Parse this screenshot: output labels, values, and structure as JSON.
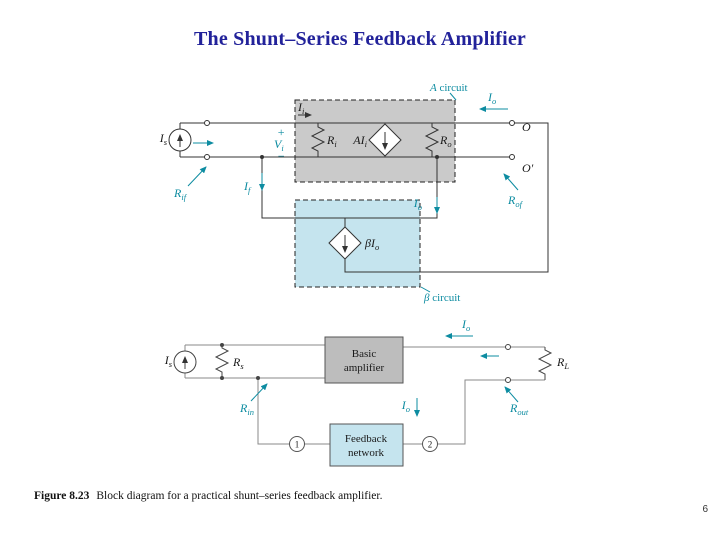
{
  "slide": {
    "title": "The Shunt–Series Feedback Amplifier",
    "page_number": "6",
    "caption_label": "Figure 8.23",
    "caption_text": "Block diagram for a practical shunt–series feedback amplifier."
  },
  "colors": {
    "title_blue": "#22229a",
    "annotation_teal": "#0d8ca1",
    "a_box_fill": "#cacaca",
    "beta_box_fill": "#c5e4ee",
    "amp_box_fill": "#bdbdbd",
    "feedback_box_fill": "#c5e4ee"
  },
  "upper": {
    "is": {
      "base": "I",
      "sub": "s"
    },
    "rif": {
      "base": "R",
      "sub": "if"
    },
    "vi_plus": "+",
    "vi": {
      "base": "V",
      "sub": "i"
    },
    "vi_minus": "−",
    "if": {
      "base": "I",
      "sub": "f"
    },
    "ii": {
      "base": "I",
      "sub": "i"
    },
    "ri": {
      "base": "R",
      "sub": "i"
    },
    "ai": {
      "base": "AI",
      "sub": "i"
    },
    "ro": {
      "base": "R",
      "sub": "o"
    },
    "a_circuit": {
      "var": "A",
      "rest": " circuit"
    },
    "beta_circuit": {
      "var": "β",
      "rest": " circuit"
    },
    "beta_io": {
      "base": "βI",
      "sub": "o"
    },
    "io_top": {
      "base": "I",
      "sub": "o"
    },
    "io_feedback": {
      "base": "I",
      "sub": "o"
    },
    "o": "O",
    "o_prime": "O′",
    "rof": {
      "base": "R",
      "sub": "of"
    }
  },
  "lower": {
    "is": {
      "base": "I",
      "sub": "s"
    },
    "rs": {
      "base": "R",
      "sub": "s"
    },
    "rin": {
      "base": "R",
      "sub": "in"
    },
    "amp_line1": "Basic",
    "amp_line2": "amplifier",
    "fb_line1": "Feedback",
    "fb_line2": "network",
    "node1": "1",
    "node2": "2",
    "io_top": {
      "base": "I",
      "sub": "o"
    },
    "io_feedback": {
      "base": "I",
      "sub": "o"
    },
    "rout": {
      "base": "R",
      "sub": "out"
    },
    "rl": {
      "base": "R",
      "sub": "L"
    }
  }
}
